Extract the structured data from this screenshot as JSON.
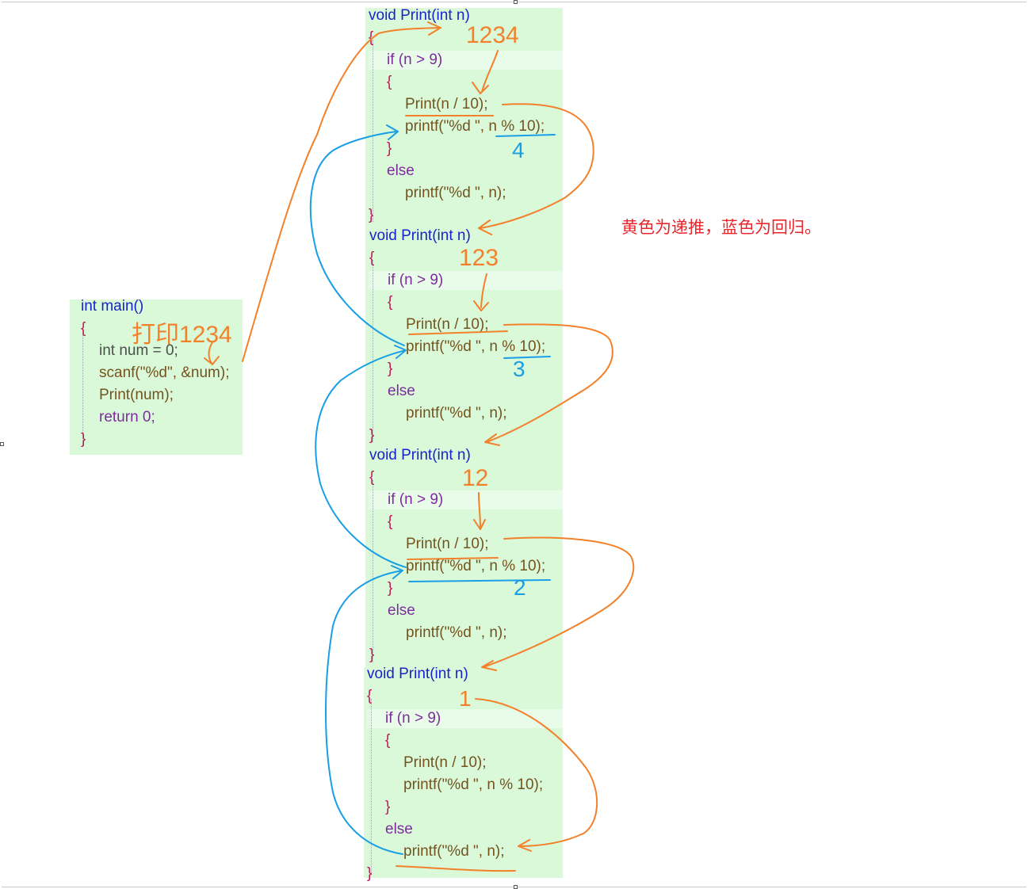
{
  "main_code": {
    "lines": [
      "int main()",
      "{",
      "int num = 0;",
      "scanf(\"%d\", &num);",
      "Print(num);",
      "return 0;",
      "}"
    ]
  },
  "print_code": {
    "lines": [
      "void Print(int n)",
      "{",
      "if (n > 9)",
      "{",
      "Print(n / 10);",
      "printf(\"%d \", n % 10);",
      "}",
      "else",
      "printf(\"%d \", n);",
      "}"
    ]
  },
  "annotations": {
    "main": "打印1234",
    "call_values": [
      "1234",
      "123",
      "12",
      "1"
    ],
    "return_digits": [
      "4",
      "3",
      "2"
    ]
  },
  "note": "黄色为递推，蓝色为回归。",
  "colors": {
    "recursion_arrow": "#f3812b",
    "return_arrow": "#1a9fe6",
    "code_background": "#d9f9d9",
    "note_text": "#e8262b"
  }
}
